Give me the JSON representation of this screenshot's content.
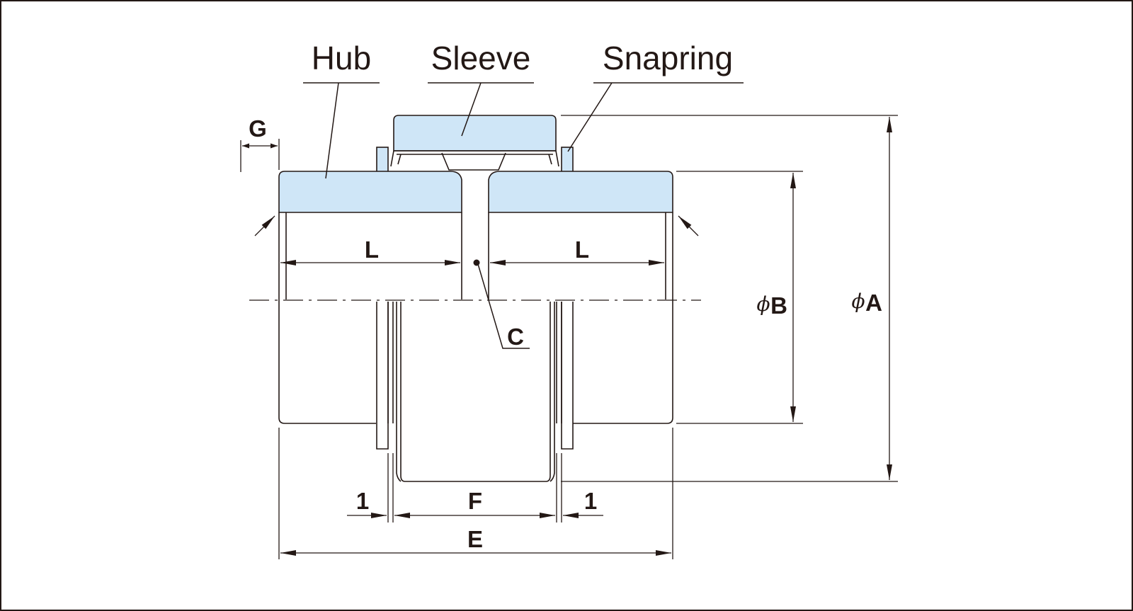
{
  "labels": {
    "hub": "Hub",
    "sleeve": "Sleeve",
    "snapring": "Snapring"
  },
  "dimensions": {
    "G": "G",
    "L_left": "L",
    "L_right": "L",
    "C": "C",
    "phi_symbol_B": "ϕ",
    "B": "B",
    "phi_symbol_A": "ϕ",
    "A": "A",
    "one_left": "1",
    "F": "F",
    "one_right": "1",
    "E": "E"
  },
  "colors": {
    "part_fill": "#cfe6f7",
    "line": "#231815"
  }
}
